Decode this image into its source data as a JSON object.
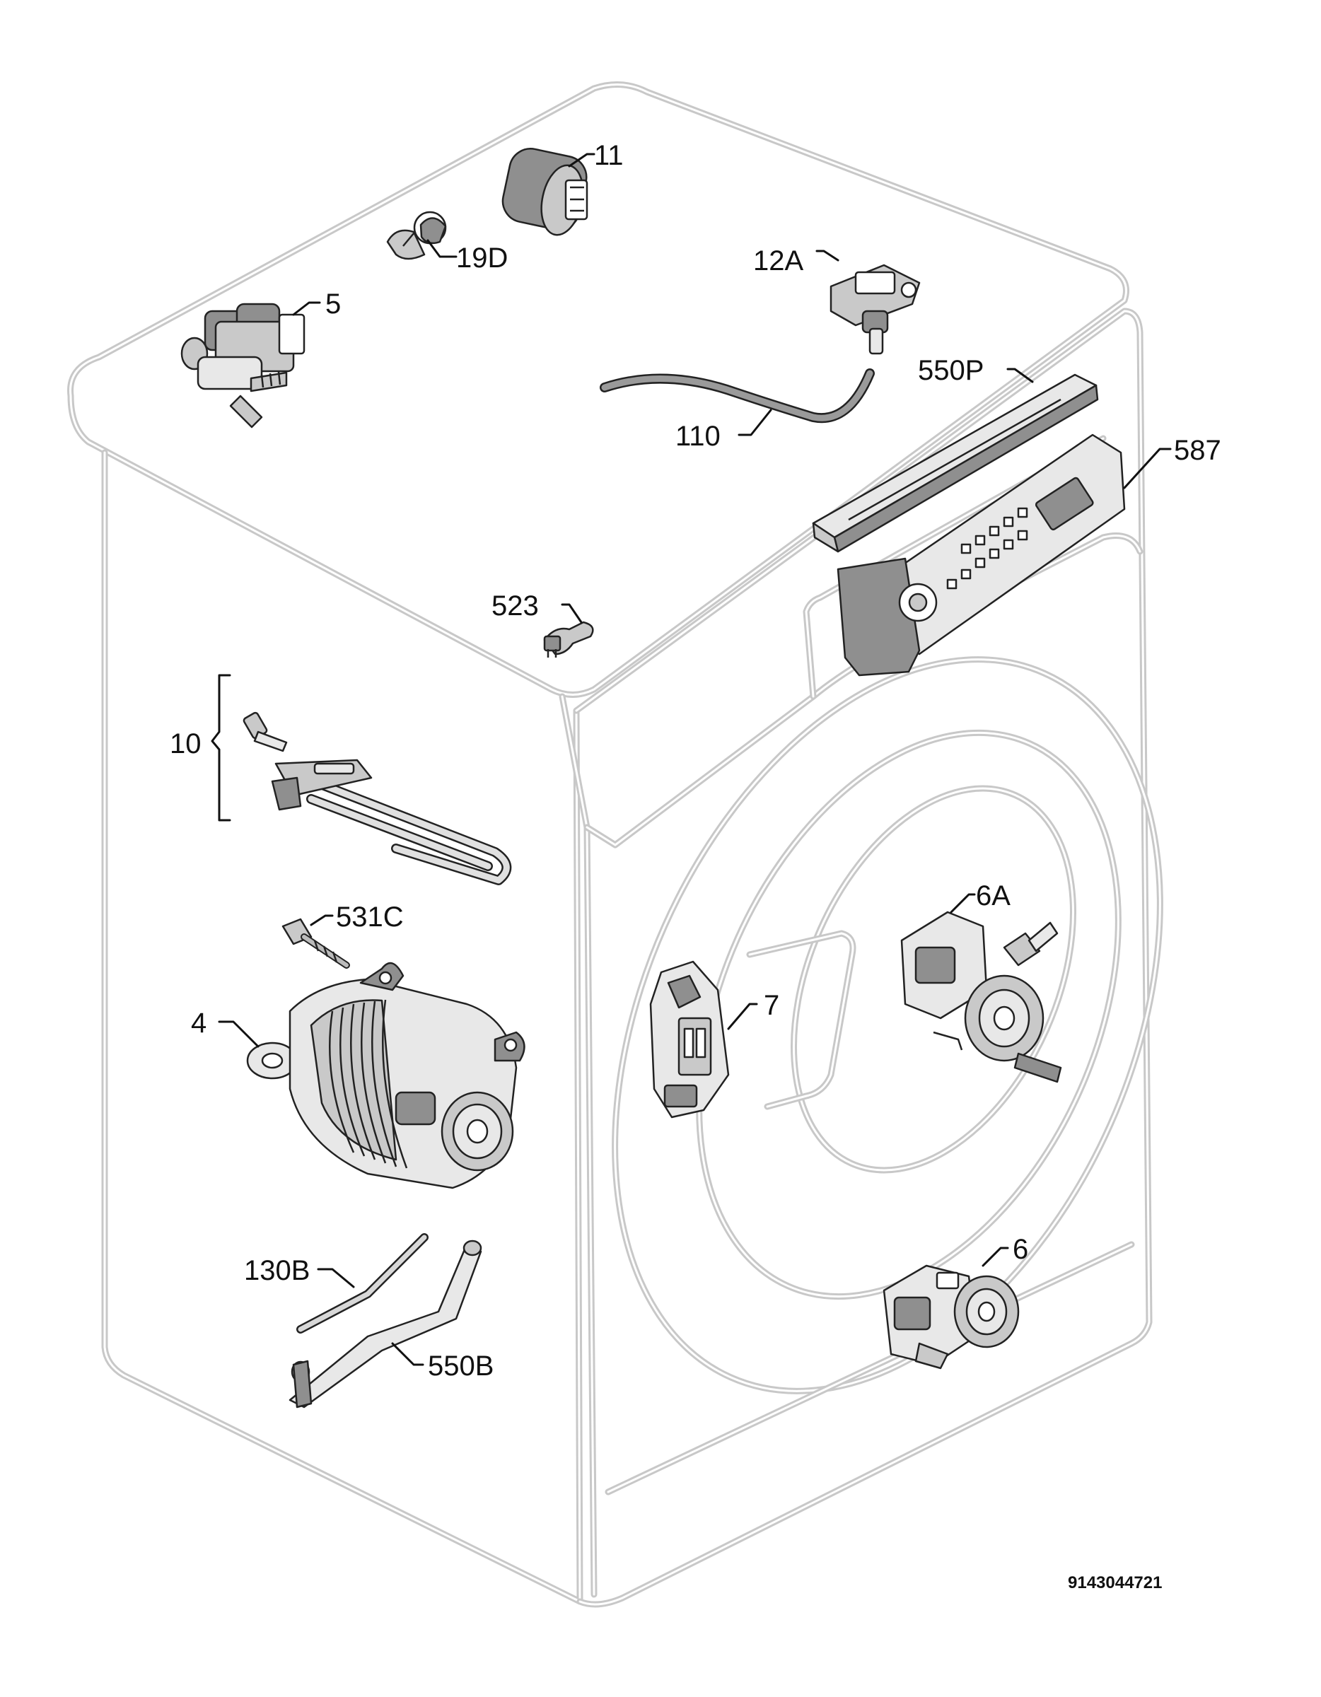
{
  "diagram": {
    "document_number": "9143044721",
    "parts": [
      {
        "id": "p11",
        "label": "11"
      },
      {
        "id": "p19d",
        "label": "19D"
      },
      {
        "id": "p5",
        "label": "5"
      },
      {
        "id": "p12a",
        "label": "12A"
      },
      {
        "id": "p550p",
        "label": "550P"
      },
      {
        "id": "p110",
        "label": "110"
      },
      {
        "id": "p587",
        "label": "587"
      },
      {
        "id": "p523",
        "label": "523"
      },
      {
        "id": "p10",
        "label": "10"
      },
      {
        "id": "p531c",
        "label": "531C"
      },
      {
        "id": "p4",
        "label": "4"
      },
      {
        "id": "p6a",
        "label": "6A"
      },
      {
        "id": "p7",
        "label": "7"
      },
      {
        "id": "p130b",
        "label": "130B"
      },
      {
        "id": "p550b",
        "label": "550B"
      },
      {
        "id": "p6",
        "label": "6"
      }
    ]
  }
}
